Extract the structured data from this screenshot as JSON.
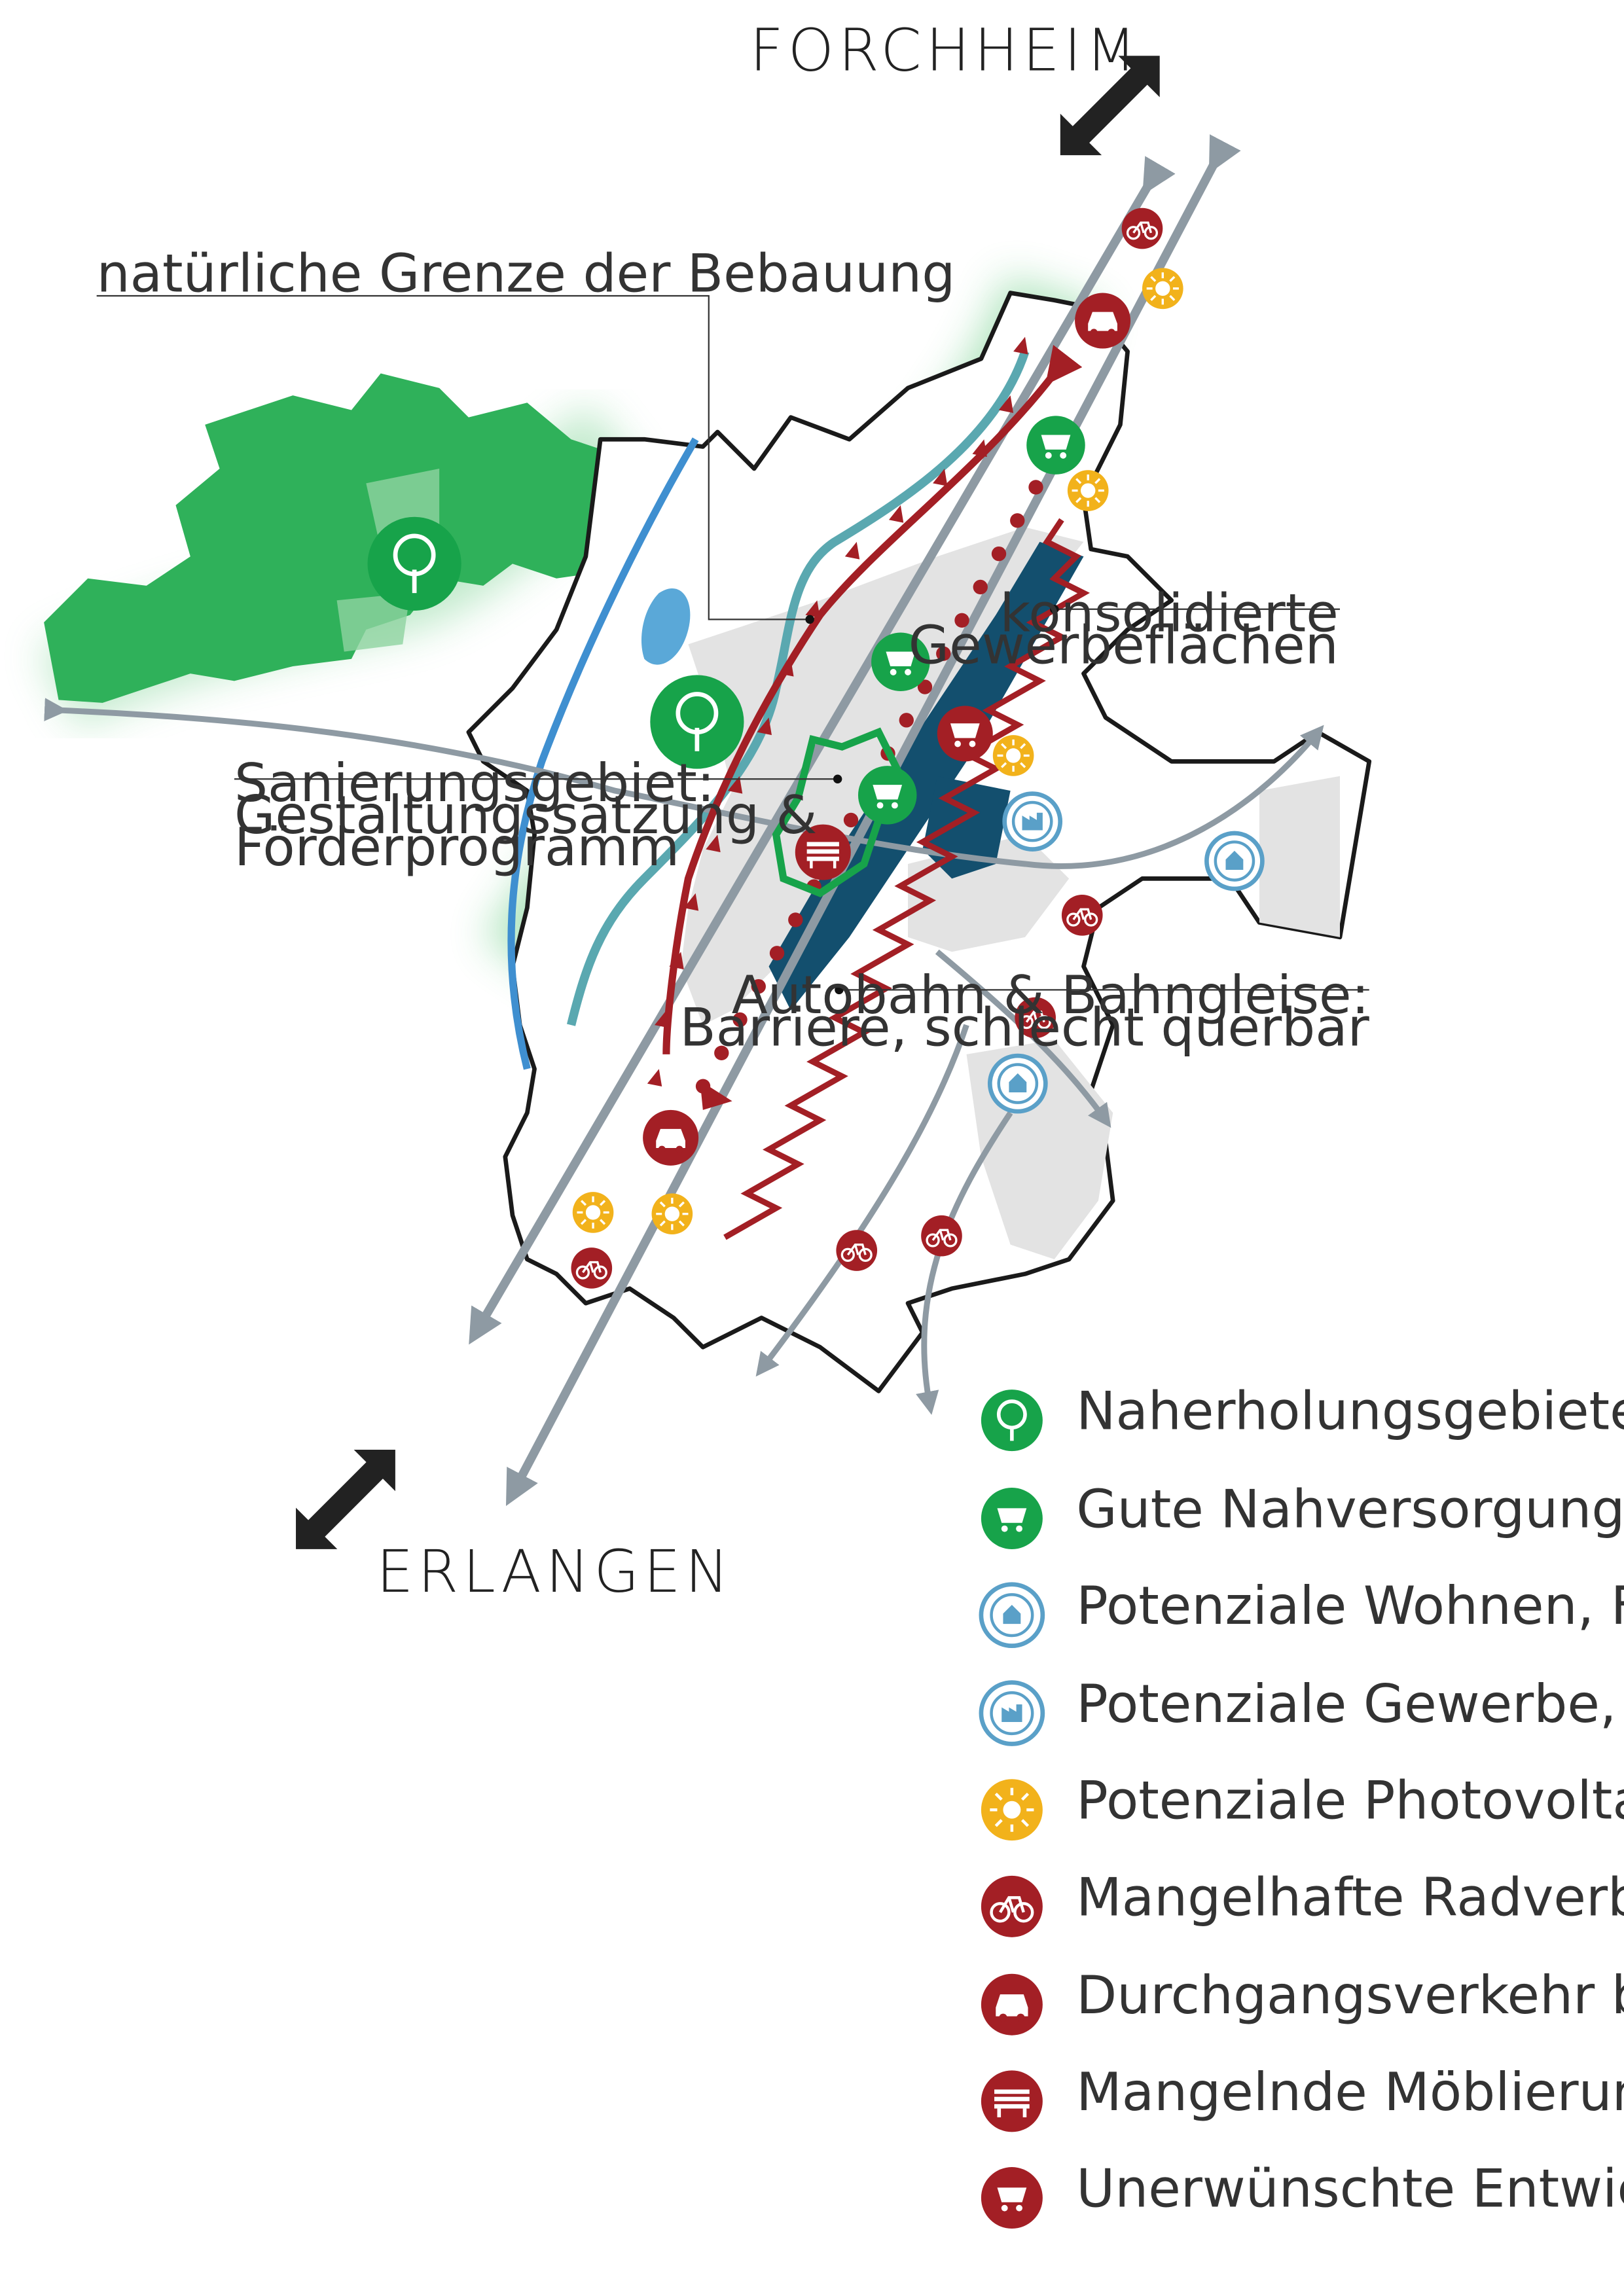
{
  "cities": {
    "north": "FORCHHEIM",
    "south": "ERLANGEN"
  },
  "annotations": {
    "natural_border": "natürliche Grenze der Bebauung",
    "commercial_line1": "konsolidierte",
    "commercial_line2": "Gewerbeflächen",
    "renewal_line1": "Sanierungsgebiet:",
    "renewal_line2": "Gestaltungssatzung &",
    "renewal_line3": "Förderprogramm",
    "barrier_line1": "Autobahn & Bahngleise:",
    "barrier_line2": "Barriere, schlecht querbar"
  },
  "legend": [
    {
      "icon": "tree-icon",
      "color": "#17a34a",
      "label": "Naherholungsgebiete"
    },
    {
      "icon": "cart-icon",
      "color": "#17a34a",
      "label": "Gute Nahversorgung"
    },
    {
      "icon": "house-ring-icon",
      "color": "#5aa0c8",
      "label": "Potenziale Wohnen, FNP"
    },
    {
      "icon": "factory-ring-icon",
      "color": "#5aa0c8",
      "label": "Potenziale Gewerbe, FNP"
    },
    {
      "icon": "sun-icon",
      "color": "#f2b21b",
      "label": "Potenziale Photovoltaik, ENP"
    },
    {
      "icon": "bicycle-icon",
      "color": "#a31f25",
      "label": "Mangelhafte Radverbindungen"
    },
    {
      "icon": "car-icon",
      "color": "#a31f25",
      "label": "Durchgangsverkehr belastet öffentl. Raum"
    },
    {
      "icon": "bench-icon",
      "color": "#a31f25",
      "label": "Mangelnde Möblierung, Aufenthaltsqualität"
    },
    {
      "icon": "cart-icon",
      "color": "#a31f25",
      "label": "Unerwünschte Entwicklung Einzelhandel"
    }
  ],
  "colors": {
    "green": "#17a34a",
    "blue_ring": "#5aa0c8",
    "yellow": "#f2b21b",
    "red": "#a31f25",
    "dark_blue": "#134f6e",
    "grey_route": "#8e9aa3"
  }
}
